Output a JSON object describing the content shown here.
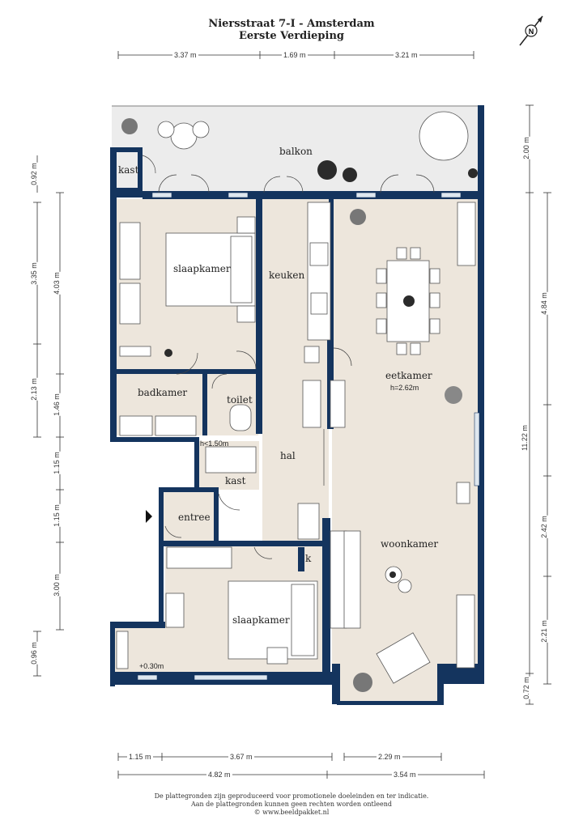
{
  "header": {
    "line1": "Niersstraat 7-I - Amsterdam",
    "line2": "Eerste Verdieping"
  },
  "compass": {
    "label": "N"
  },
  "rooms": {
    "balkon": "balkon",
    "kast_top": "kast",
    "slaapkamer_top": "slaapkamer",
    "keuken": "keuken",
    "eetkamer": "eetkamer",
    "height_note": "h=2.62m",
    "badkamer": "badkamer",
    "toilet": "toilet",
    "low_note": "h<1.50m",
    "hal": "hal",
    "kast_mid": "kast",
    "entree": "entree",
    "woonkamer": "woonkamer",
    "k": "k",
    "slaapkamer_bottom": "slaapkamer",
    "plus_note": "+0.30m"
  },
  "dimensions": {
    "top": [
      "3.37 m",
      "1.69 m",
      "3.21 m"
    ],
    "bottom_row1": [
      "1.15 m",
      "3.67 m",
      "2.29 m"
    ],
    "bottom_row2": [
      "4.82 m",
      "3.54 m"
    ],
    "left_outer": [
      "0.92 m",
      "3.35 m",
      "2.13 m",
      "0.96 m"
    ],
    "left_inner": [
      "4.03 m",
      "1.46 m",
      "1.15 m",
      "1.15 m",
      "3.00 m"
    ],
    "right_outer": [
      "2.00 m",
      "11.22 m",
      "0.72 m"
    ],
    "right_inner": [
      "4.84 m",
      "2.42 m",
      "2.21 m"
    ]
  },
  "footer": {
    "line1": "De plattegronden zijn geproduceerd voor promotionele doeleinden en ter indicatie.",
    "line2": "Aan de plattegronden kunnen geen rechten worden ontleend",
    "line3": "© www.beeldpakket.nl"
  },
  "colors": {
    "wall": "#14345e",
    "floor": "#ede6dc",
    "balcony": "#ececec",
    "furniture": "#ffffff"
  }
}
